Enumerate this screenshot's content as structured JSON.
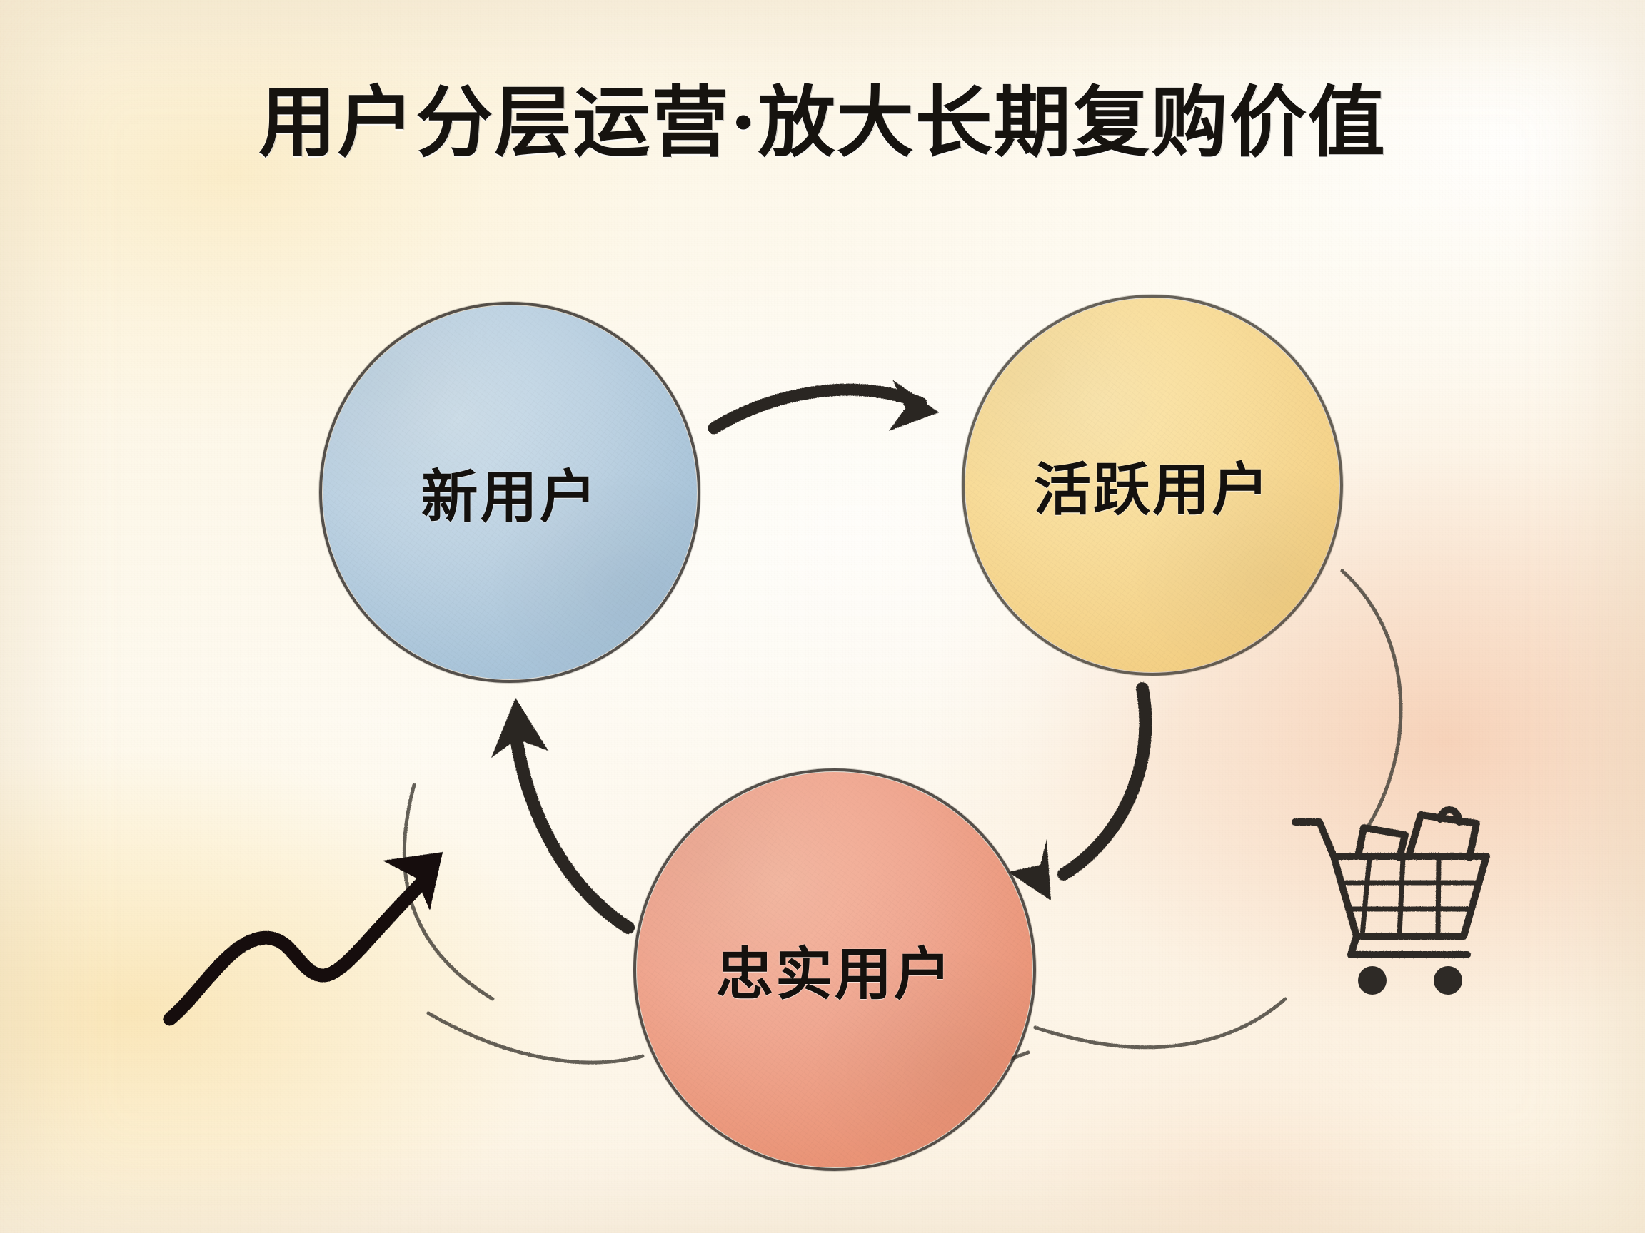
{
  "title": "用户分层运营·放大长期复购价值",
  "theme": {
    "background_top": "#fbf3e0",
    "background_peach": "#f3be9e",
    "background_yellow": "#f7d68a",
    "ink": "#2e2a26",
    "text": "#14110e"
  },
  "diagram": {
    "type": "cycle",
    "nodes": [
      {
        "id": "new-user",
        "label": "新用户",
        "color": "#b6cde0",
        "outline": "#2e2a26",
        "position": "top-left"
      },
      {
        "id": "active-user",
        "label": "活跃用户",
        "color": "#f6d893",
        "outline": "#3a342c",
        "position": "top-right"
      },
      {
        "id": "loyal-user",
        "label": "忠实用户",
        "color": "#eda089",
        "outline": "#2e2a26",
        "position": "bottom-center"
      }
    ],
    "edges": [
      {
        "id": "edge-new-to-active",
        "from": "新用户",
        "to": "活跃用户",
        "style": "bold-curved-arrow"
      },
      {
        "id": "edge-active-to-loyal",
        "from": "活跃用户",
        "to": "忠实用户",
        "style": "bold-curved-arrow"
      },
      {
        "id": "edge-loyal-to-new",
        "from": "忠实用户",
        "to": "新用户",
        "style": "bold-curved-arrow"
      },
      {
        "id": "edge-outer-right",
        "from": "活跃用户",
        "to": "忠实用户",
        "style": "thin-outer-arc"
      },
      {
        "id": "edge-outer-bottom",
        "from": "忠实用户",
        "to": "新用户",
        "style": "thin-outer-arc"
      },
      {
        "id": "edge-outer-left",
        "from": "新用户",
        "to": "忠实用户",
        "style": "thin-outer-arc"
      }
    ],
    "decorations": [
      {
        "id": "growth-arrow",
        "icon": "growth-trend-arrow-icon",
        "position": "bottom-left"
      },
      {
        "id": "shopping-cart",
        "icon": "shopping-cart-icon",
        "position": "bottom-right",
        "items_in_cart": 2
      }
    ]
  }
}
